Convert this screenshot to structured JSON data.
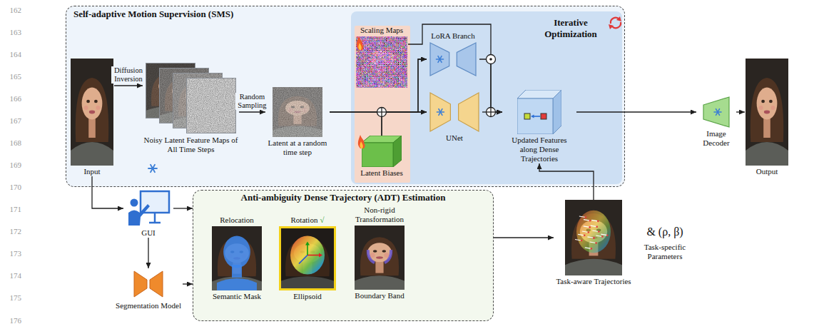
{
  "diagram": {
    "nodes": [
      {
        "text": [
          "Self-adaptive Motion Supervision (SMS)"
        ]
      },
      {
        "text": [
          "Input"
        ],
        "in": 0
      },
      {
        "text": [
          "Noisy Latent Feature Maps of All Time Steps"
        ],
        "in": 0
      },
      {
        "text": [
          "Latent at a random time step"
        ],
        "in": 0
      },
      {
        "text": [
          "Iterative Optimization"
        ],
        "in": 0
      },
      {
        "text": [
          "Scaling Maps"
        ],
        "in": 4
      },
      {
        "text": [
          "Latent Biases"
        ],
        "in": 4
      },
      {
        "text": [
          "LoRA Branch"
        ],
        "in": 4
      },
      {
        "text": [
          "UNet"
        ],
        "in": 4
      },
      {
        "text": [
          "Updated Features along Dense Trajectories"
        ],
        "in": 4
      },
      {
        "text": [
          "Image Decoder"
        ]
      },
      {
        "text": [
          "Output"
        ]
      },
      {
        "text": [
          "GUI"
        ]
      },
      {
        "text": [
          "Segmentation Model"
        ]
      },
      {
        "text": [
          "Anti-ambiguity Dense Trajectory (ADT) Estimation"
        ]
      },
      {
        "text": [
          "Relocation",
          "Semantic Mask"
        ],
        "in": 14
      },
      {
        "text": [
          "Rotation",
          "√",
          "Ellipsoid"
        ],
        "in": 14
      },
      {
        "text": [
          "Non-rigid Transformation",
          "Boundary Band"
        ],
        "in": 14
      },
      {
        "text": [
          "Task-aware Trajectories"
        ]
      }
    ],
    "edges": [
      {
        "from": 1,
        "to": 2,
        "arrow": "to",
        "label": "Diffusion Inversion"
      },
      {
        "from": 2,
        "to": 3,
        "arrow": "to",
        "label": "Random Sampling"
      },
      {
        "from": 3,
        "to": 7,
        "arrow": "to"
      },
      {
        "from": 3,
        "to": 8,
        "arrow": "to"
      },
      {
        "from": 5,
        "to": 9,
        "arrow": "to"
      },
      {
        "from": 6,
        "to": 7,
        "arrow": "to"
      },
      {
        "from": 6,
        "to": 8,
        "arrow": "to"
      },
      {
        "from": 7,
        "to": 9,
        "arrow": "to"
      },
      {
        "from": 8,
        "to": 9,
        "arrow": "to"
      },
      {
        "from": 9,
        "to": 10,
        "arrow": "to"
      },
      {
        "from": 10,
        "to": 11,
        "arrow": "to"
      },
      {
        "from": 1,
        "to": 12,
        "arrow": "to"
      },
      {
        "from": 12,
        "to": 14,
        "arrow": "to"
      },
      {
        "from": 12,
        "to": 13,
        "arrow": "to"
      },
      {
        "from": 13,
        "to": 14,
        "arrow": "to"
      },
      {
        "from": 14,
        "to": 18,
        "arrow": "to"
      },
      {
        "from": 18,
        "to": 9,
        "arrow": "to"
      }
    ],
    "labels": [
      "162",
      "163",
      "164",
      "165",
      "166",
      "167",
      "168",
      "169",
      "170",
      "171",
      "172",
      "173",
      "174",
      "175",
      "176",
      "& (ρ, β)",
      "Task-specific Parameters"
    ]
  }
}
